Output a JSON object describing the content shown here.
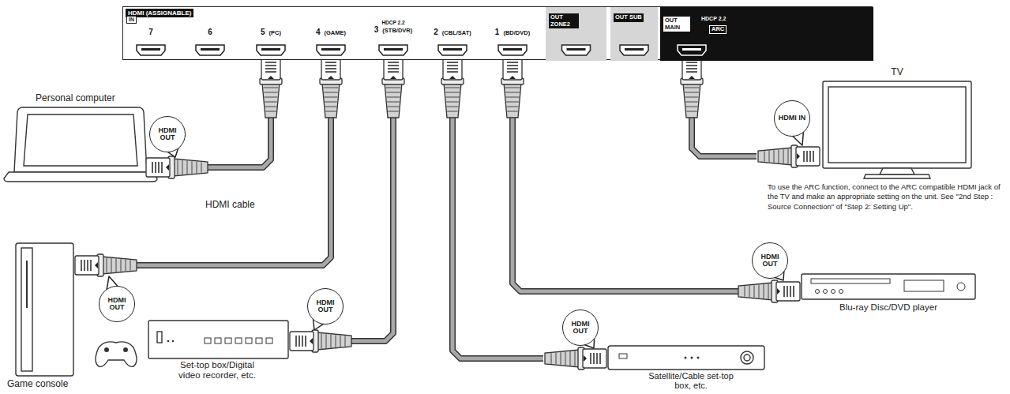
{
  "diagram": {
    "nodes": [
      {
        "text": [
          "HDMI (ASSIGNABLE)"
        ]
      },
      {
        "text": [
          "7"
        ],
        "in": 0
      },
      {
        "text": [
          "6"
        ],
        "in": 0
      },
      {
        "text": [
          "5",
          "(PC)"
        ],
        "in": 0
      },
      {
        "text": [
          "4",
          "(GAME)"
        ],
        "in": 0
      },
      {
        "text": [
          "HDCP 2.2",
          "3",
          "(STB/DVR)"
        ],
        "in": 0
      },
      {
        "text": [
          "2",
          "(CBL/SAT)"
        ],
        "in": 0
      },
      {
        "text": [
          "1",
          "(BD/DVD)"
        ],
        "in": 0
      },
      {
        "text": [
          "OUT ZONE2"
        ],
        "in": 0
      },
      {
        "text": [
          "OUT SUB"
        ],
        "in": 0
      },
      {
        "text": [
          "OUT MAIN",
          "HDCP 2.2",
          "ARC"
        ],
        "in": 0
      },
      {
        "text": [
          "Personal computer"
        ]
      },
      {
        "text": [
          "Game console"
        ]
      },
      {
        "text": [
          "Set-top box/Digital video recorder, etc."
        ]
      },
      {
        "text": [
          "Satellite/Cable set-top box, etc."
        ]
      },
      {
        "text": [
          "Blu-ray Disc/DVD player"
        ]
      },
      {
        "text": [
          "TV",
          "To use the ARC function, connect to the ARC compatible HDMI jack of the TV and make an appropriate setting on the unit. See \"2nd Step : Source Connection\" of \"Step 2: Setting Up\"."
        ]
      }
    ],
    "edges": [
      {
        "from": 11,
        "to": 3,
        "arrow": "none"
      },
      {
        "from": 12,
        "to": 4,
        "arrow": "none"
      },
      {
        "from": 13,
        "to": 5,
        "arrow": "none"
      },
      {
        "from": 14,
        "to": 6,
        "arrow": "none"
      },
      {
        "from": 15,
        "to": 7,
        "arrow": "none"
      },
      {
        "from": 10,
        "to": 16,
        "arrow": "none"
      }
    ],
    "labels": [
      "IN",
      "HDMI IN",
      "HDMI OUT",
      "HDMI cable",
      "HDMI OUT",
      "HDMI OUT",
      "HDMI OUT",
      "HDMI OUT"
    ]
  }
}
